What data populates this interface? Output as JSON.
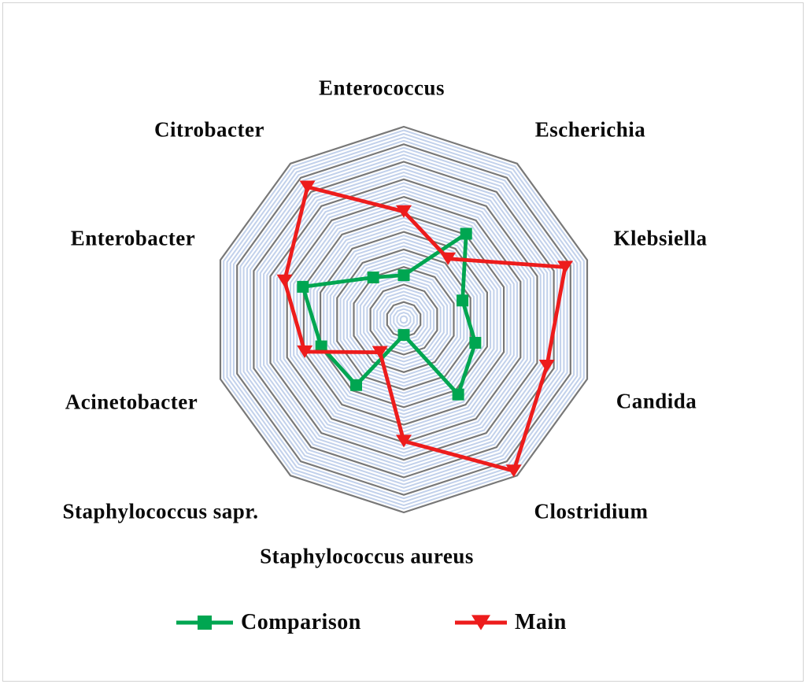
{
  "chart_data": {
    "type": "radar",
    "title": "",
    "categories": [
      "Enterococcus",
      "Escherichia",
      "Klebsiella",
      "Candida",
      "Clostridium",
      "Staphylococcus aureus",
      "Staphylococcus sapr.",
      "Acinetobacter",
      "Enterobacter",
      "Citrobacter"
    ],
    "series": [
      {
        "name": "Comparison",
        "color": "#00A651",
        "marker": "square",
        "values": [
          23,
          55,
          32,
          39,
          48,
          8,
          42,
          45,
          55,
          27
        ]
      },
      {
        "name": "Main",
        "color": "#ED1C1C",
        "marker": "triangle-down",
        "values": [
          56,
          39,
          88,
          78,
          97,
          63,
          21,
          54,
          65,
          85
        ]
      }
    ],
    "scale": {
      "min": 0,
      "max": 100,
      "major_rings": 11,
      "minor_rings": 55,
      "tick_labels_shown": false
    },
    "grid": {
      "shape": "decagon",
      "major_color": "#787878",
      "minor_color": "#C2D1EB",
      "background": "#FFFFFF",
      "radial_spokes": false
    },
    "axes_start": "top",
    "direction": "clockwise",
    "legend_position": "bottom",
    "text_color": "#0A0A0A",
    "frame_color": "#D2D2D2"
  }
}
